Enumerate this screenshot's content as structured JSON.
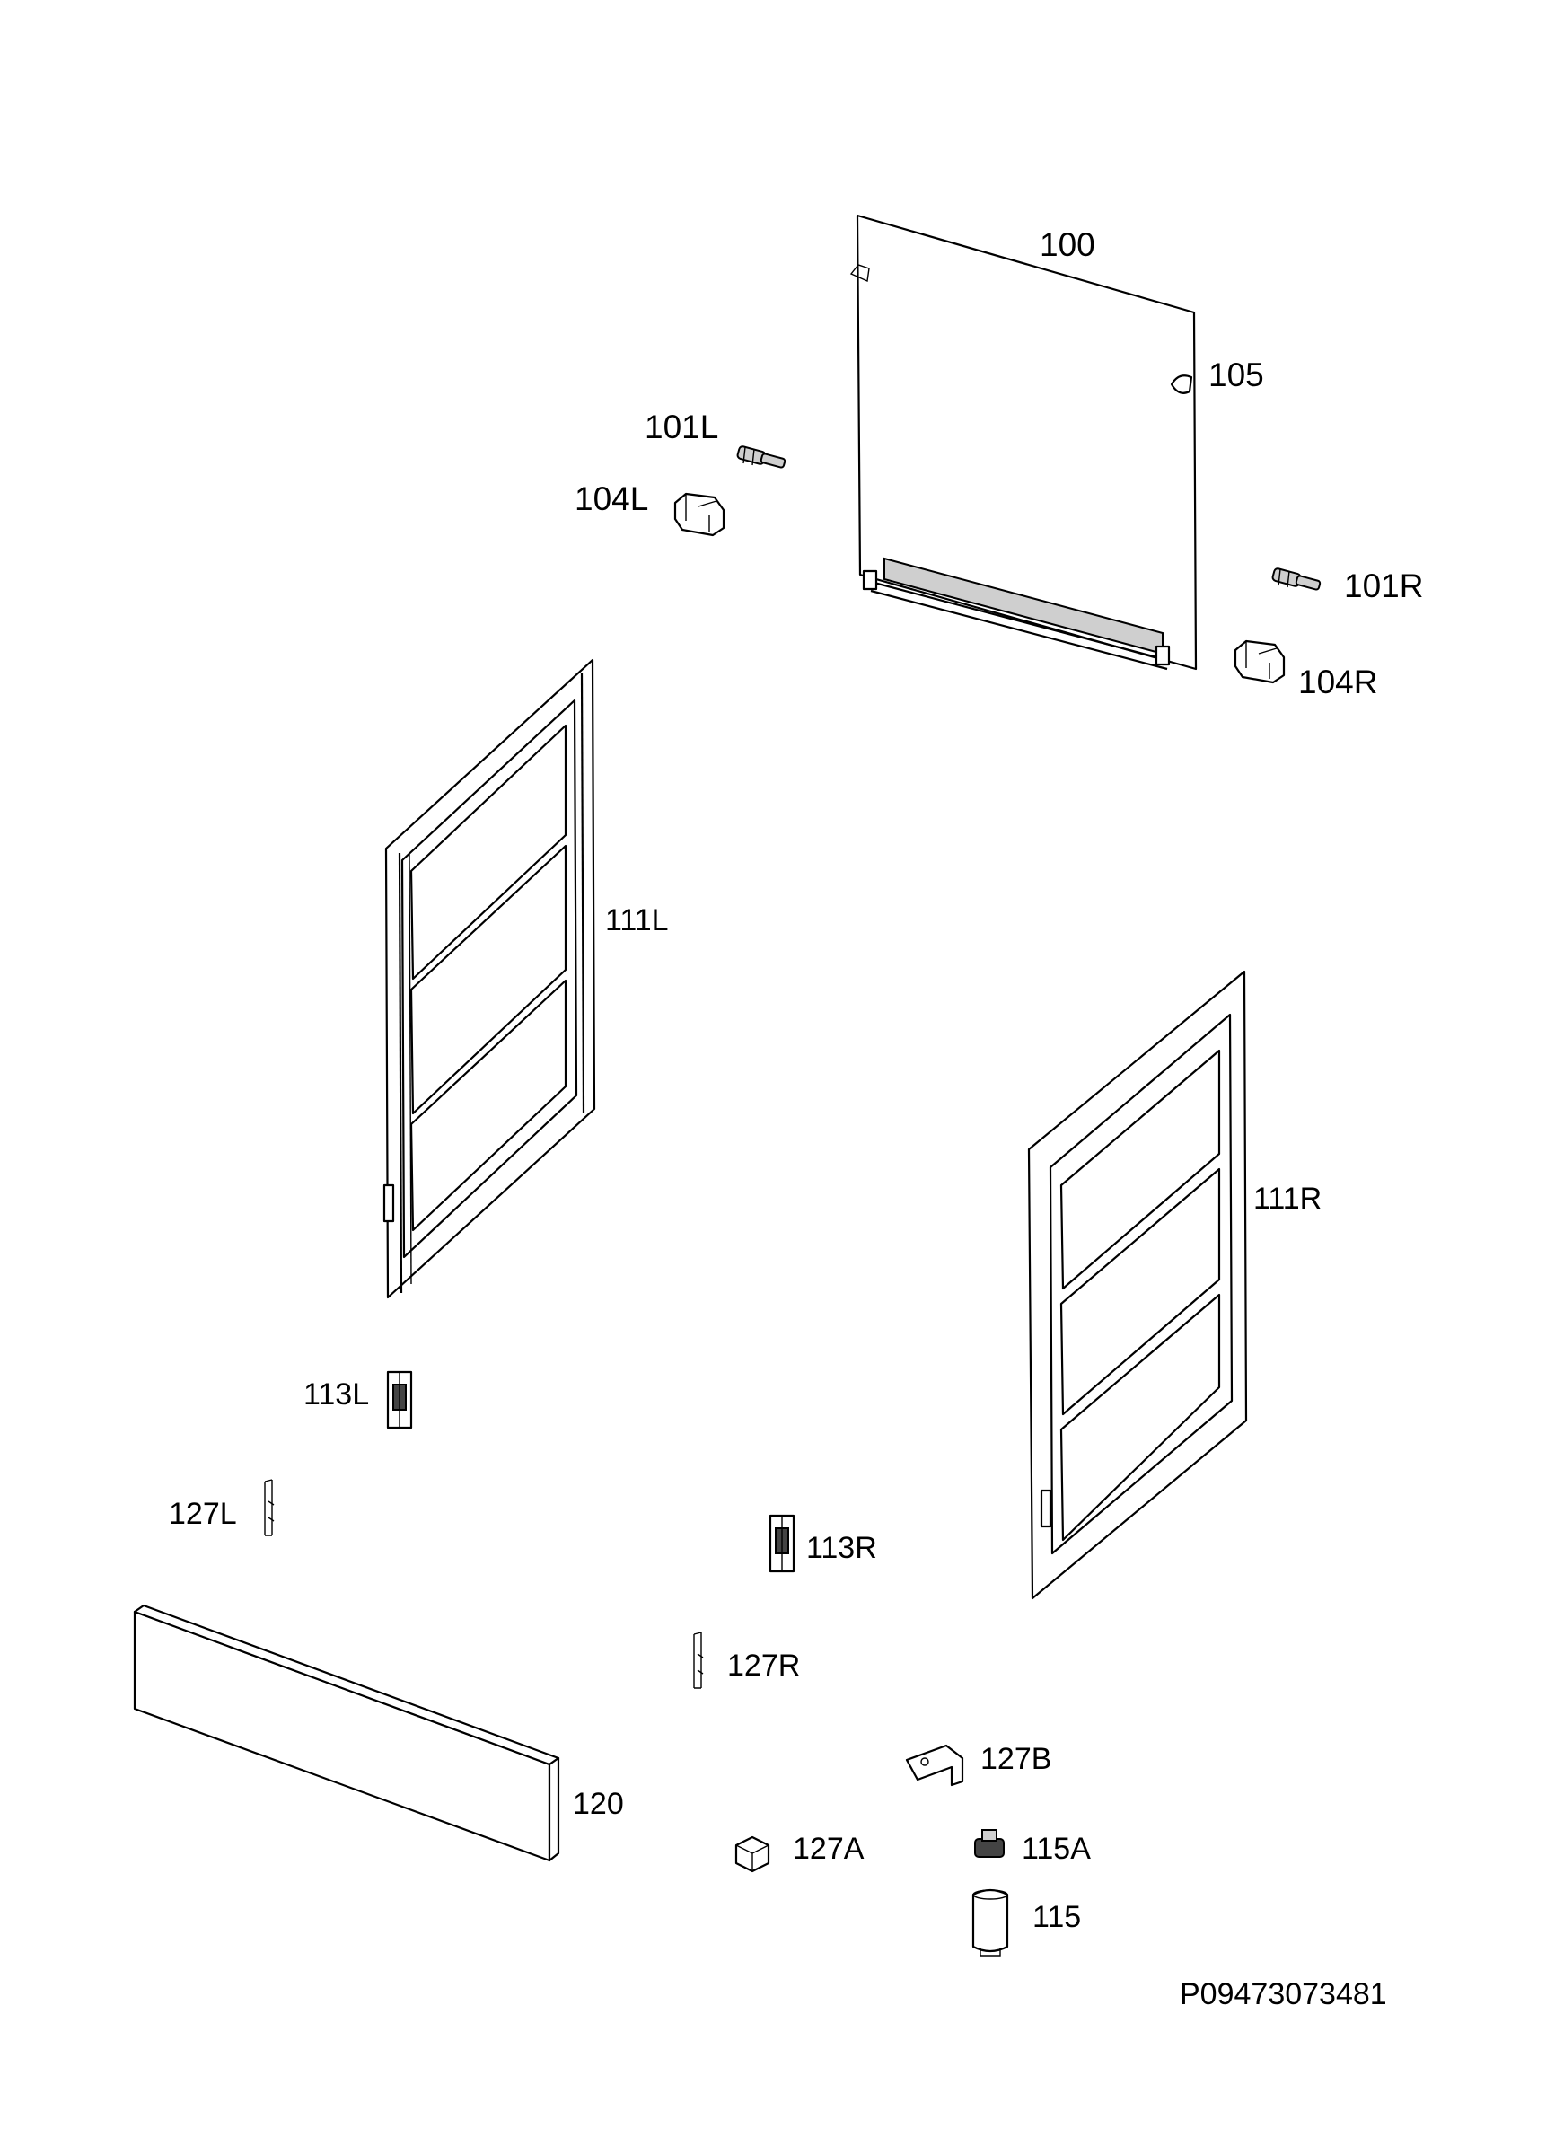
{
  "diagram": {
    "labels": {
      "p100": "100",
      "p105": "105",
      "p101L": "101L",
      "p104L": "104L",
      "p101R": "101R",
      "p104R": "104R",
      "p111L": "111L",
      "p111R": "111R",
      "p113L": "113L",
      "p127L": "127L",
      "p113R": "113R",
      "p127R": "127R",
      "p127B": "127B",
      "p120": "120",
      "p127A": "127A",
      "p115A": "115A",
      "p115": "115"
    },
    "reference_code": "P09473073481"
  }
}
